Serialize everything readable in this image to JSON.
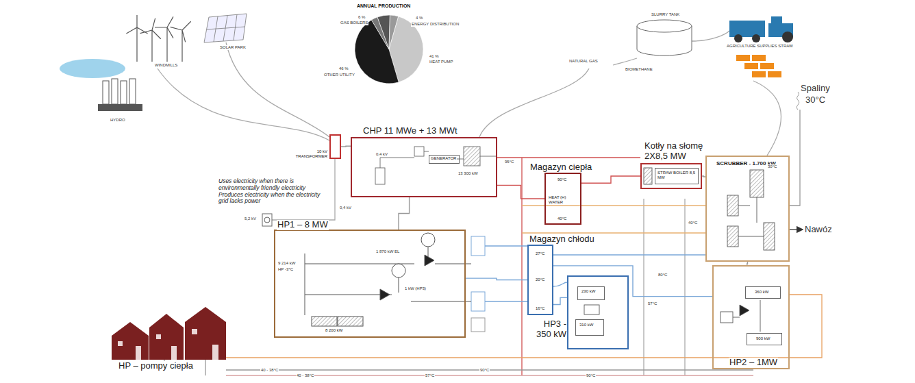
{
  "diagram": {
    "nodes": [
      {
        "text": [
          "CHP 11 MWe + 13 MWt"
        ]
      },
      {
        "text": [
          "GENERATOR"
        ],
        "in": 0
      },
      {
        "text": [
          "10 kV TRANSFORMER"
        ]
      },
      {
        "text": [
          "Magazyn ciepła",
          "90°C",
          "HEAT (H) WATER",
          "40°C"
        ]
      },
      {
        "text": [
          "Kotły na słomę 2X8,5 MW"
        ]
      },
      {
        "text": [
          "STRAW BOILER 8,5 MW"
        ],
        "in": 4
      },
      {
        "text": [
          "SCRUBBER - 1.700 kW"
        ]
      },
      {
        "text": [
          "HP1 – 8 MW"
        ]
      },
      {
        "text": [
          "8 200 kW"
        ],
        "in": 7
      },
      {
        "text": [
          "Magazyn chłodu",
          "27°C",
          "20°C",
          "16°C"
        ]
      },
      {
        "text": [
          "HP3 - 350 kW"
        ]
      },
      {
        "text": [
          "230 kW"
        ],
        "in": 10
      },
      {
        "text": [
          "310 kW"
        ],
        "in": 10
      },
      {
        "text": [
          "HP2 – 1MW"
        ]
      },
      {
        "text": [
          "360 kW"
        ],
        "in": 13
      },
      {
        "text": [
          "900 kW"
        ],
        "in": 13
      }
    ],
    "edges": [
      {
        "from": 2,
        "to": 0,
        "arrow": "none"
      },
      {
        "from": 0,
        "to": 3,
        "arrow": "none"
      },
      {
        "from": 3,
        "to": 4,
        "arrow": "none"
      },
      {
        "from": 4,
        "to": 6,
        "arrow": "none"
      },
      {
        "from": 7,
        "to": 9,
        "arrow": "none"
      },
      {
        "from": 9,
        "to": 10,
        "arrow": "none"
      },
      {
        "from": 9,
        "to": 13,
        "arrow": "none"
      },
      {
        "from": 6,
        "to": 13,
        "arrow": "none"
      },
      {
        "from": 0,
        "to": 7,
        "arrow": "none"
      }
    ],
    "labels": [
      "ANNUAL PRODUCTION",
      "6 %",
      "GAS BOILERS",
      "ENERGY DISTRIBUTION",
      "4 %",
      "41 %",
      "HEAT PUMP",
      "46 %",
      "OTHER UTILITY",
      "WINDMILLS",
      "SOLAR PARK",
      "HYDRO",
      "NATURAL GAS",
      "BIOMETHANE",
      "SLURRY TANK",
      "AGRICULTURE SUPPLIES STRAW",
      "Spaliny",
      "30°C",
      "Nawóz",
      "Uses electricity when there is environmentally friendly electricity Produces electricity when the electricity grid lacks power",
      "0,4 kV",
      "5,2 kV",
      "0,4 kV",
      "13 300 kW",
      "9 214 kW",
      "HP -3°C",
      "1 870 kW EL",
      "1 kW (HP3)",
      "HP – pompy ciepła",
      "40 - 38°C",
      "40 - 38°C",
      "90°C",
      "57°C",
      "90°C",
      "95°C",
      "57°C",
      "40°C",
      "80°C",
      "30°C"
    ]
  }
}
